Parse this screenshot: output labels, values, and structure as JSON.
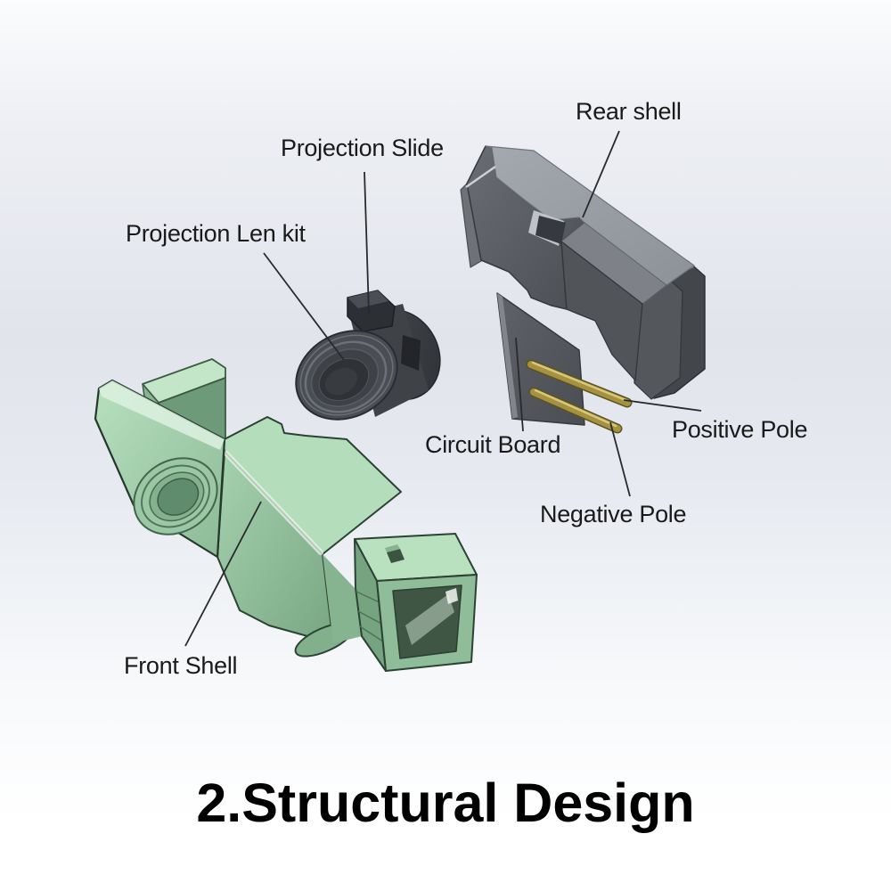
{
  "title": "2.Structural Design",
  "diagram": {
    "type": "exploded-view-3d-cad",
    "labels": {
      "rear_shell": "Rear shell",
      "projection_slide": "Projection Slide",
      "projection_len_kit": "Projection Len kit",
      "circuit_board": "Circuit Board",
      "positive_pole": "Positive Pole",
      "negative_pole": "Negative Pole",
      "front_shell": "Front Shell"
    },
    "colors": {
      "background_mid": "#e1e4eb",
      "label_text": "#1a1a1a",
      "front_shell_green": "#a9d5b2",
      "front_shell_green_light": "#c6e8cc",
      "front_shell_green_dark": "#6d9b79",
      "rear_shell_gray_front": "#585b60",
      "rear_shell_gray_top": "#989ca3",
      "lens_barrel_dark": "#3c3f44",
      "circuit_board_gray": "#55585d",
      "pole_gold": "#a59140"
    }
  }
}
